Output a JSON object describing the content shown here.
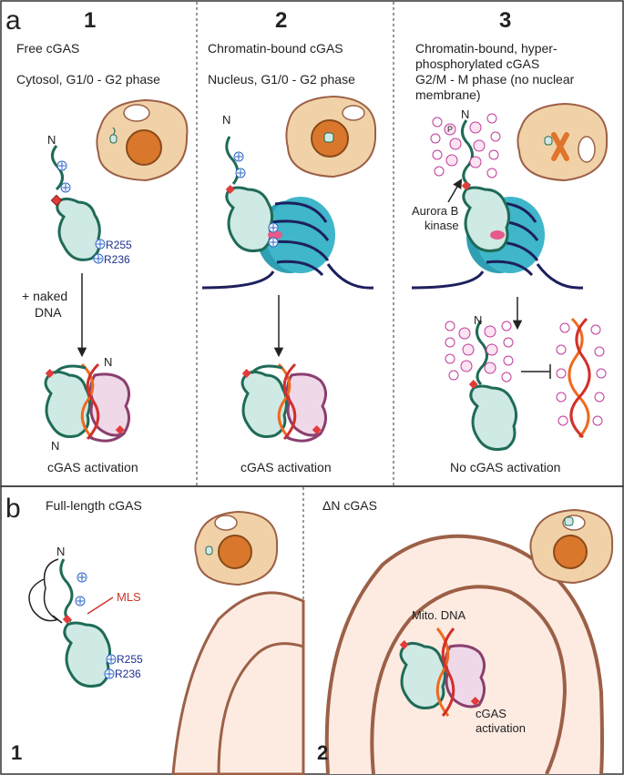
{
  "panel_a": {
    "letter": "a",
    "col1": {
      "number": "1",
      "title": "Free cGAS",
      "subtitle": "Cytosol, G1/0 - G2 phase",
      "n_label": "N",
      "residue1": "R255",
      "residue2": "R236",
      "arrow_label_line1": "+ naked",
      "arrow_label_line2": "DNA",
      "dimer_n_top": "N",
      "dimer_n_bottom": "N",
      "result": "cGAS activation"
    },
    "col2": {
      "number": "2",
      "title": "Chromatin-bound cGAS",
      "subtitle": "Nucleus, G1/0 - G2 phase",
      "n_label": "N",
      "result": "cGAS activation"
    },
    "col3": {
      "number": "3",
      "title_line1": "Chromatin-bound, hyper-",
      "title_line2": "phosphorylated cGAS",
      "title_line3": "G2/M - M phase (no nuclear",
      "title_line4": "membrane)",
      "n_label": "N",
      "kinase_line1": "Aurora B",
      "kinase_line2": "kinase",
      "n_label2": "N",
      "phospho": "P",
      "result": "No cGAS activation"
    }
  },
  "panel_b": {
    "letter": "b",
    "col1": {
      "title": "Full-length cGAS",
      "n_label": "N",
      "mls": "MLS",
      "residue1": "R255",
      "residue2": "R236",
      "number": "1"
    },
    "col2": {
      "title": "ΔN cGAS",
      "dna_label": "Mito. DNA",
      "result_line1": "cGAS",
      "result_line2": "activation",
      "number": "2"
    }
  },
  "colors": {
    "cgas_fill": "#cfe9e4",
    "cgas_stroke": "#1f6b57",
    "partner_fill": "#efd9e8",
    "partner_stroke": "#8a3f6e",
    "nucleosome": "#3fb6c9",
    "dna_dark": "#1d1f5e",
    "phospho": "#c0399a",
    "cell": "#f1d2a8",
    "nucleus": "#d9772c",
    "mito": "#fdebe2",
    "mito_stroke": "#9c6047"
  }
}
